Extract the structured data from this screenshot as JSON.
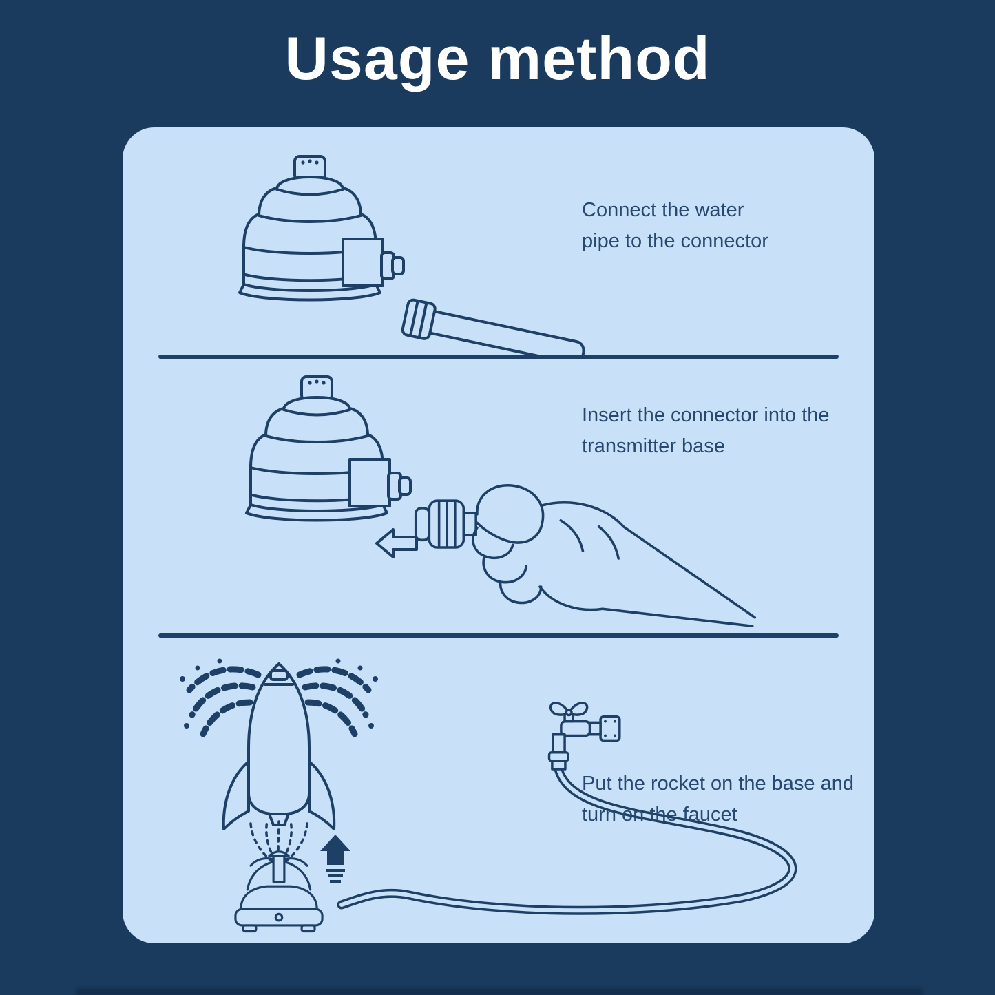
{
  "title": "Usage method",
  "panel": {
    "steps": [
      {
        "caption": "Connect the water pipe to the connector",
        "illustrations": [
          "sprinkler-transmitter-base",
          "water-pipe-connector"
        ]
      },
      {
        "caption": "Insert the connector into the transmitter base",
        "illustrations": [
          "sprinkler-transmitter-base",
          "left-arrow",
          "hand-holding-connector"
        ]
      },
      {
        "caption": "Put the rocket on the base and turn on the faucet",
        "illustrations": [
          "rocket-spraying-water",
          "water-fountain",
          "launcher-base",
          "up-arrow",
          "faucet",
          "garden-hose"
        ]
      }
    ]
  },
  "colors": {
    "background": "#1a3a5e",
    "panel": "#c8e1f8",
    "line_art": "#1e3f66",
    "title_text": "#ffffff",
    "caption_text": "#27486f"
  }
}
